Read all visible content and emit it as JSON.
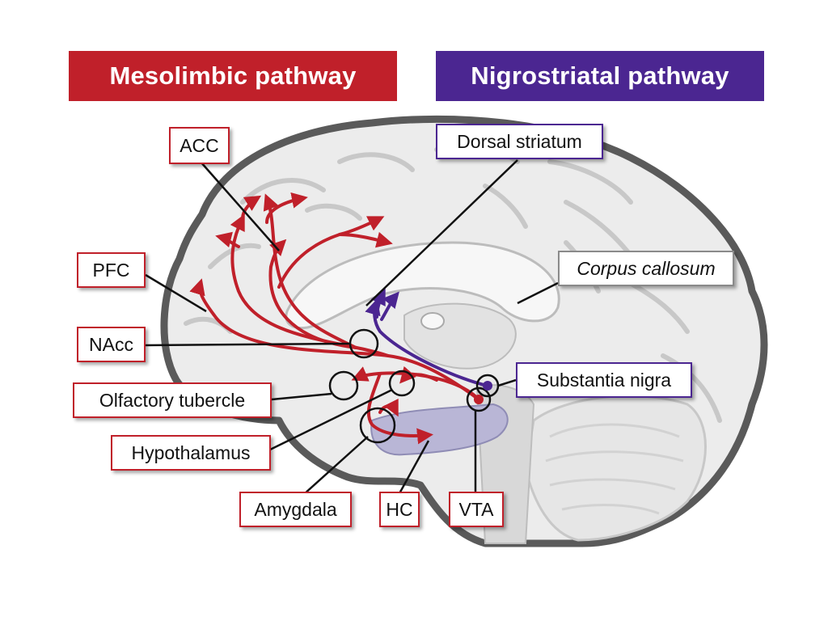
{
  "banners": {
    "mesolimbic": "Mesolimbic pathway",
    "nigrostriatal": "Nigrostriatal pathway"
  },
  "labels": {
    "acc": "ACC",
    "pfc": "PFC",
    "nacc": "NAcc",
    "olfactory": "Olfactory tubercle",
    "hypothalamus": "Hypothalamus",
    "amygdala": "Amygdala",
    "hc": "HC",
    "vta": "VTA",
    "dorsal_striatum": "Dorsal striatum",
    "corpus_callosum": "Corpus callosum",
    "substantia_nigra": "Substantia nigra"
  },
  "colors": {
    "mesolimbic": "#c0202a",
    "nigrostriatal": "#4b2691",
    "brain_fill": "#ececec",
    "brain_outline": "#5a5a5a",
    "hippocampus": "#b9b6d6"
  }
}
